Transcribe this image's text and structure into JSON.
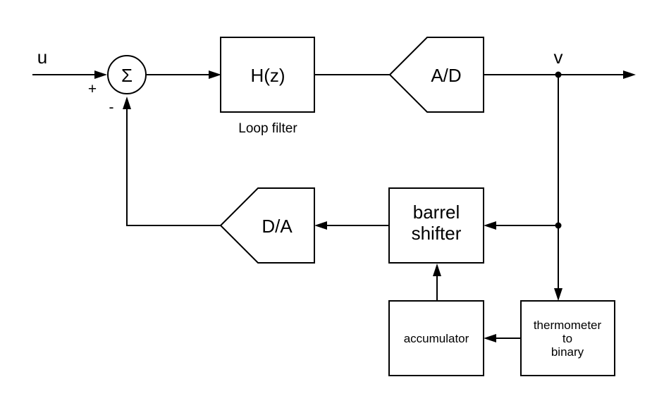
{
  "signals": {
    "input": "u",
    "output": "v",
    "plus": "+",
    "minus": "-"
  },
  "blocks": {
    "summer": "Σ",
    "loop_filter": "H(z)",
    "loop_filter_caption": "Loop filter",
    "adc": "A/D",
    "dac": "D/A",
    "barrel_shifter_line1": "barrel",
    "barrel_shifter_line2": "shifter",
    "accumulator": "accumulator",
    "thermo_line1": "thermometer",
    "thermo_line2": "to",
    "thermo_line3": "binary"
  }
}
